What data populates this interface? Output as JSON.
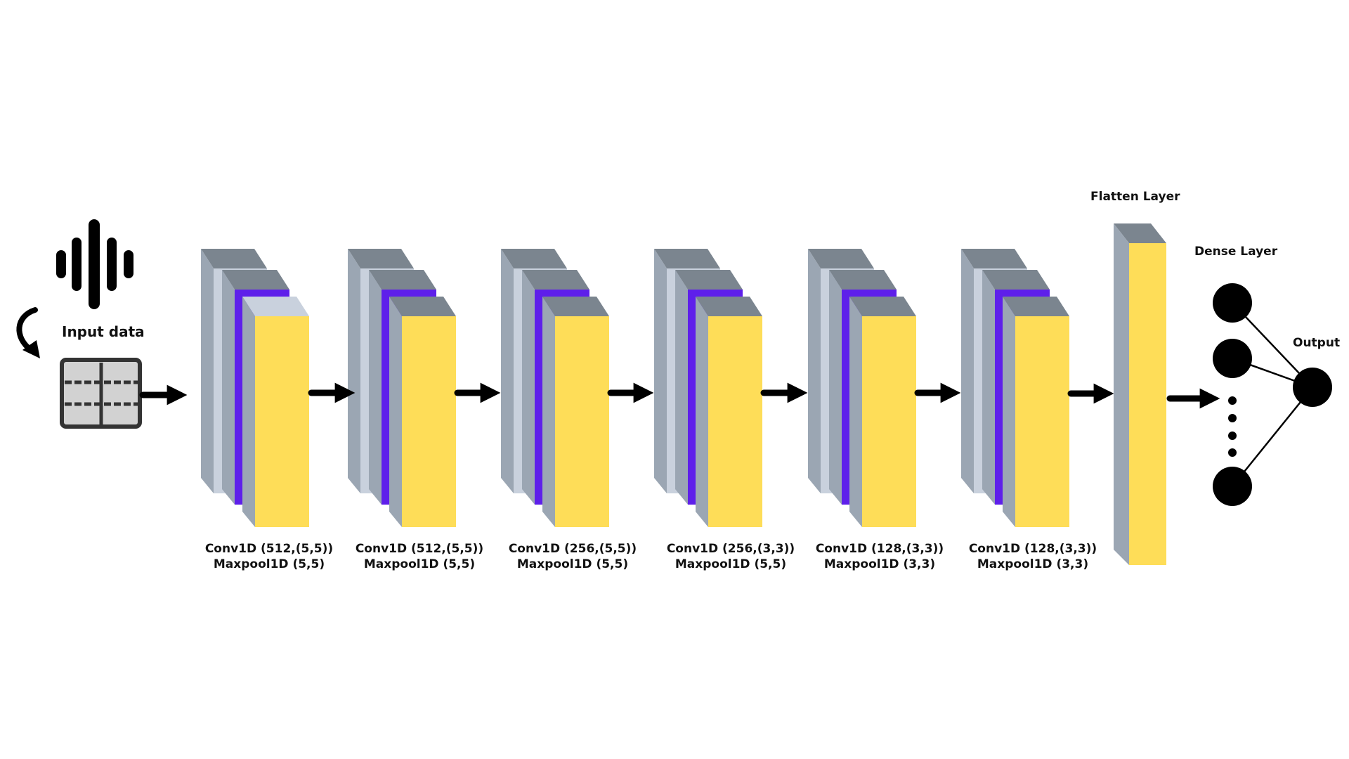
{
  "input": {
    "label": "Input data"
  },
  "blocks": [
    {
      "conv": "Conv1D (512,(5,5))",
      "pool": "Maxpool1D (5,5)"
    },
    {
      "conv": "Conv1D (512,(5,5))",
      "pool": "Maxpool1D (5,5)"
    },
    {
      "conv": "Conv1D (256,(5,5))",
      "pool": "Maxpool1D (5,5)"
    },
    {
      "conv": "Conv1D (256,(3,3))",
      "pool": "Maxpool1D (5,5)"
    },
    {
      "conv": "Conv1D (128,(3,3))",
      "pool": "Maxpool1D (3,3)"
    },
    {
      "conv": "Conv1D (128,(3,3))",
      "pool": "Maxpool1D (3,3)"
    }
  ],
  "flatten": {
    "label": "Flatten Layer"
  },
  "dense": {
    "label": "Dense Layer"
  },
  "output": {
    "label": "Output"
  },
  "colors": {
    "yellow": "#FEDD58",
    "purple": "#5E1FEA",
    "slate": "#7B858F",
    "side": "#9BA6B3",
    "light": "#C9D1DD",
    "black": "#000000"
  },
  "icons": [
    "waveform-icon",
    "curved-arrow-icon",
    "grid-icon",
    "arrow-right-icon"
  ]
}
